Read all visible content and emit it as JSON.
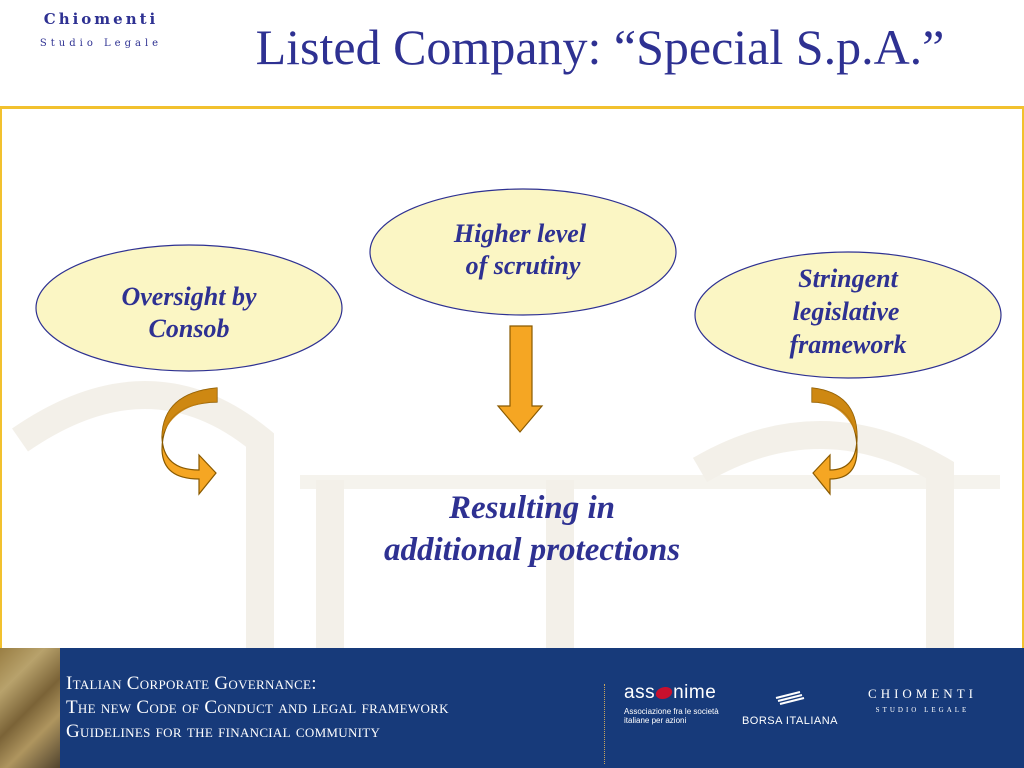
{
  "header": {
    "logo_line1": "Chiomenti",
    "logo_line2": "Studio Legale",
    "title": "Listed Company: “Special S.p.A.”"
  },
  "diagram": {
    "nodes": [
      {
        "id": "oversight",
        "lines": [
          "Oversight by",
          "Consob"
        ]
      },
      {
        "id": "scrutiny",
        "lines": [
          "Higher level",
          "of scrutiny"
        ]
      },
      {
        "id": "legislative",
        "lines": [
          "Stringent",
          "legislative",
          "framework"
        ]
      }
    ],
    "result": {
      "lines": [
        "Resulting in",
        "additional protections"
      ]
    },
    "edges": [
      {
        "from": "oversight",
        "to": "result"
      },
      {
        "from": "scrutiny",
        "to": "result"
      },
      {
        "from": "legislative",
        "to": "result"
      }
    ]
  },
  "footer": {
    "lines": [
      "Italian Corporate Governance:",
      "The new Code of Conduct and legal framework",
      "Guidelines for the financial community"
    ],
    "assonime_name_a": "ass",
    "assonime_name_b": "nime",
    "assonime_sub_1": "Associazione fra le società",
    "assonime_sub_2": "italiane per azioni",
    "borsa_label": "BORSA ITALIANA",
    "chiomenti_name": "CHIOMENTI",
    "chiomenti_sub": "STUDIO LEGALE"
  },
  "colors": {
    "title": "#2e3192",
    "node_fill": "#fbf6c4",
    "node_stroke": "#2e3192",
    "arrow_fill": "#f5a623",
    "arrow_stroke": "#8a5a00",
    "rule": "#f2c12e",
    "footer_bg": "#173a7a"
  }
}
